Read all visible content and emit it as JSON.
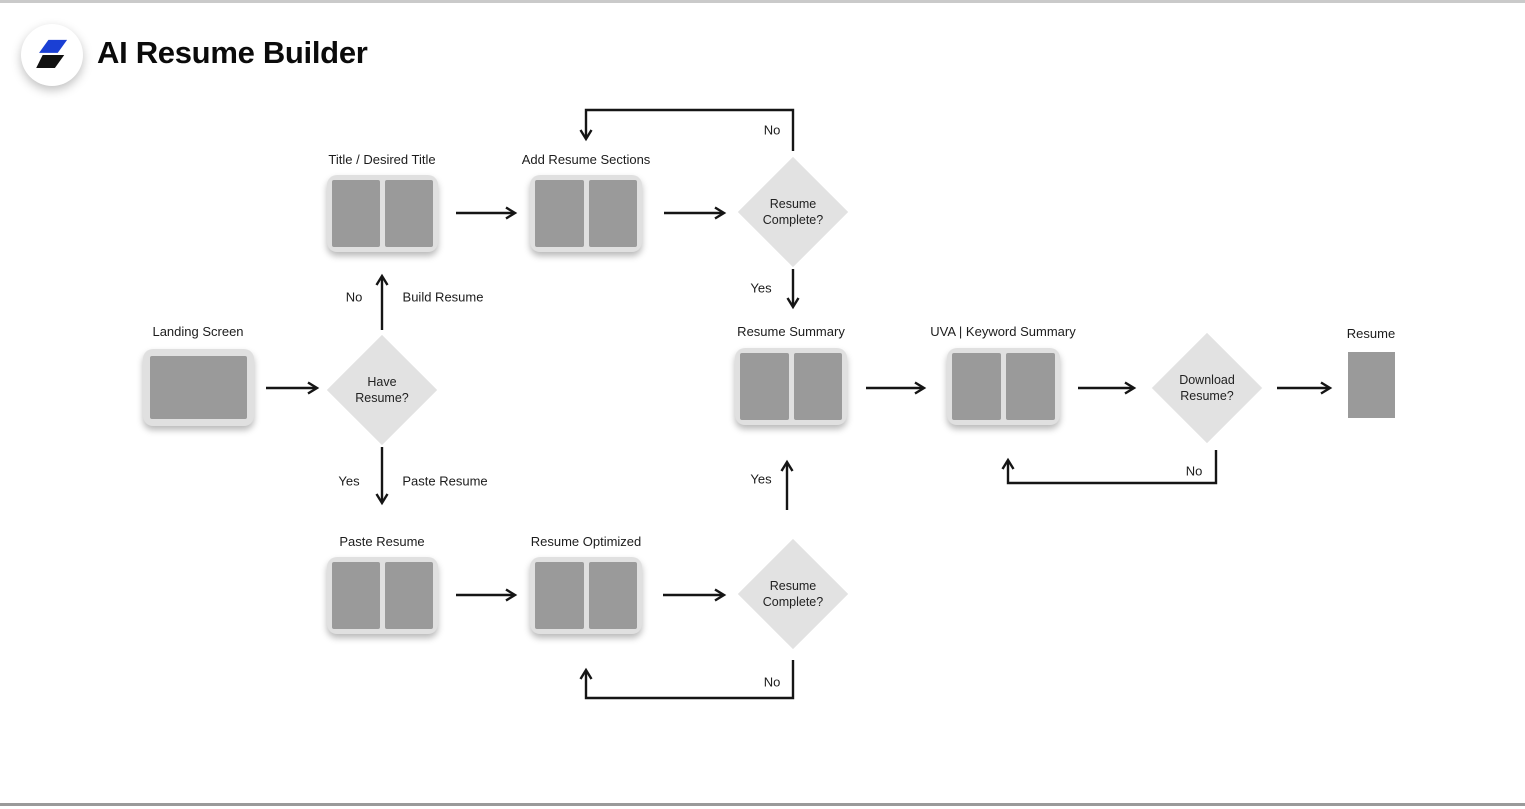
{
  "header": {
    "title": "AI Resume Builder",
    "logo_icon": "lightning-layers-logo"
  },
  "colors": {
    "brand_blue": "#1a3fd4",
    "brand_black": "#111111",
    "node_fill": "#e0e0e0",
    "panel_fill": "#9a9a9a",
    "diamond_fill": "#e2e2e2",
    "arrow": "#151515",
    "background": "#ffffff"
  },
  "flowchart": {
    "screens": [
      {
        "id": "landing-screen",
        "label": "Landing Screen",
        "panels": 1
      },
      {
        "id": "title-desired-title",
        "label": "Title / Desired Title",
        "panels": 2
      },
      {
        "id": "add-resume-sections",
        "label": "Add Resume Sections",
        "panels": 2
      },
      {
        "id": "resume-summary",
        "label": "Resume Summary",
        "panels": 2
      },
      {
        "id": "uva-keyword-summary",
        "label": "UVA | Keyword Summary",
        "panels": 2
      },
      {
        "id": "paste-resume",
        "label": "Paste Resume",
        "panels": 2
      },
      {
        "id": "resume-optimized",
        "label": "Resume Optimized",
        "panels": 2
      },
      {
        "id": "resume-final",
        "label": "Resume",
        "panels": 0
      }
    ],
    "decisions": [
      {
        "id": "have-resume",
        "label": "Have Resume?"
      },
      {
        "id": "resume-complete-top",
        "label": "Resume Complete?"
      },
      {
        "id": "resume-complete-bottom",
        "label": "Resume Complete?"
      },
      {
        "id": "download-resume",
        "label": "Download Resume?"
      }
    ],
    "edge_labels": [
      {
        "id": "no-build-side",
        "text": "No"
      },
      {
        "id": "build-resume",
        "text": "Build Resume"
      },
      {
        "id": "yes-paste-side",
        "text": "Yes"
      },
      {
        "id": "paste-resume",
        "text": "Paste Resume"
      },
      {
        "id": "no-loop-to-sections",
        "text": "No"
      },
      {
        "id": "yes-to-summary",
        "text": "Yes"
      },
      {
        "id": "yes-up-to-summary",
        "text": "Yes"
      },
      {
        "id": "no-loop-to-optimized",
        "text": "No"
      },
      {
        "id": "no-loop-to-uva",
        "text": "No"
      }
    ],
    "edges": [
      {
        "from": "landing-screen",
        "to": "have-resume",
        "label": ""
      },
      {
        "from": "have-resume",
        "to": "title-desired-title",
        "label": "No / Build Resume"
      },
      {
        "from": "have-resume",
        "to": "paste-resume",
        "label": "Yes / Paste Resume"
      },
      {
        "from": "title-desired-title",
        "to": "add-resume-sections",
        "label": ""
      },
      {
        "from": "add-resume-sections",
        "to": "resume-complete-top",
        "label": ""
      },
      {
        "from": "resume-complete-top",
        "to": "add-resume-sections",
        "label": "No"
      },
      {
        "from": "resume-complete-top",
        "to": "resume-summary",
        "label": "Yes"
      },
      {
        "from": "paste-resume",
        "to": "resume-optimized",
        "label": ""
      },
      {
        "from": "resume-optimized",
        "to": "resume-complete-bottom",
        "label": ""
      },
      {
        "from": "resume-complete-bottom",
        "to": "resume-optimized",
        "label": "No"
      },
      {
        "from": "resume-complete-bottom",
        "to": "resume-summary",
        "label": "Yes"
      },
      {
        "from": "resume-summary",
        "to": "uva-keyword-summary",
        "label": ""
      },
      {
        "from": "uva-keyword-summary",
        "to": "download-resume",
        "label": ""
      },
      {
        "from": "download-resume",
        "to": "uva-keyword-summary",
        "label": "No"
      },
      {
        "from": "download-resume",
        "to": "resume-final",
        "label": ""
      }
    ]
  }
}
